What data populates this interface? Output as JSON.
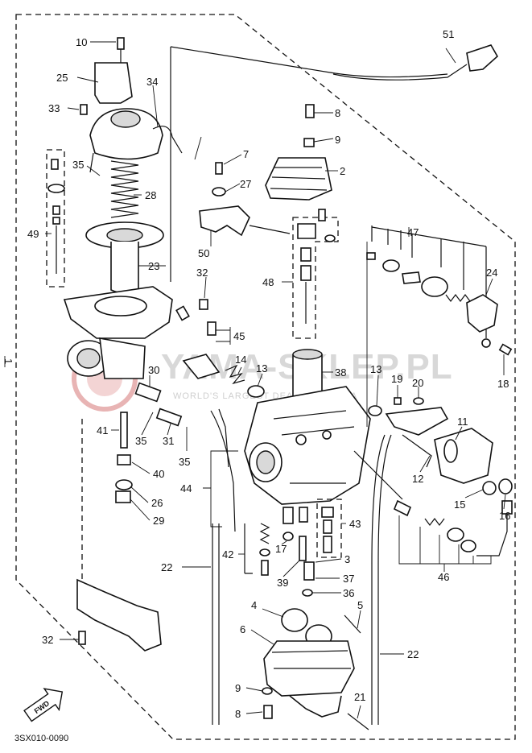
{
  "title": "",
  "diagram_code": "3SX010-0090",
  "watermark": {
    "text": "YAMA-SKLEP.PL",
    "subtext": "WORLD'S LARGEST DEALER YAMAHA"
  },
  "side_marker": "1",
  "fwd_label": "FWD",
  "callouts": [
    "10",
    "25",
    "34",
    "33",
    "35",
    "28",
    "49",
    "23",
    "32",
    "45",
    "30",
    "14",
    "13",
    "38",
    "41",
    "35",
    "31",
    "35",
    "40",
    "26",
    "29",
    "44",
    "22",
    "32",
    "51",
    "8",
    "9",
    "2",
    "7",
    "27",
    "50",
    "48",
    "47",
    "24",
    "18",
    "13",
    "19",
    "20",
    "11",
    "12",
    "15",
    "16",
    "43",
    "17",
    "42",
    "3",
    "37",
    "39",
    "36",
    "46",
    "4",
    "5",
    "6",
    "22",
    "9",
    "8",
    "21"
  ],
  "colors": {
    "ink": "#111111",
    "watermark": "#d8d8d8",
    "watermark_logo": "#e8b4b4"
  }
}
